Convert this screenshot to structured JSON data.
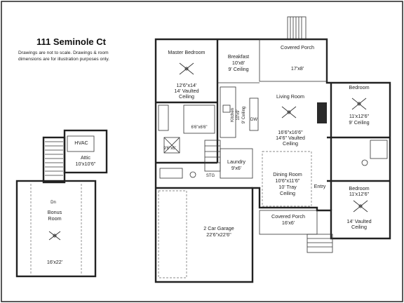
{
  "header": {
    "title": "111 Seminole Ct",
    "note_line1": "Drawings are not to scale. Drawings & room",
    "note_line2": "dimensions are for illustration purposes only."
  },
  "rooms": {
    "master_bedroom": {
      "name": "Master Bedroom",
      "size": "12'6\"x14'",
      "ceiling1": "14' Vaulted",
      "ceiling2": "Ceiling"
    },
    "breakfast": {
      "name": "Breakfast",
      "size": "10'x8'",
      "ceiling": "9' Ceiling"
    },
    "covered_porch_top": {
      "name": "Covered Porch",
      "size": "17'x8'"
    },
    "living_room": {
      "name": "Living Room",
      "size": "16'6\"x16'6\"",
      "ceiling1": "14'6\" Vaulted",
      "ceiling2": "Ceiling"
    },
    "kitchen": {
      "name": "Kitchen",
      "size": "10'x9'",
      "ceiling": "9' Ceiling"
    },
    "dw": "DW",
    "closet_master": "6'6\"x6'6\"",
    "bath_master": "9'6\"x6'",
    "laundry": {
      "name": "Laundry",
      "size": "9'x6'"
    },
    "stg": "STG",
    "dining_room": {
      "name": "Dining Room",
      "size": "10'6\"x11'6\"",
      "ceiling1": "10' Tray",
      "ceiling2": "Ceiling"
    },
    "entry": "Entry",
    "bedroom_upper": {
      "name": "Bedroom",
      "size": "11'x12'6\"",
      "ceiling": "9' Ceiling"
    },
    "bedroom_lower": {
      "name": "Bedroom",
      "size": "11'x12'6\"",
      "ceiling1": "14' Vaulted",
      "ceiling2": "Ceiling"
    },
    "garage": {
      "name": "2 Car Garage",
      "size": "22'6\"x22'6\""
    },
    "covered_porch_front": {
      "name": "Covered Porch",
      "size": "16'x6'"
    },
    "hvac": "HVAC",
    "attic": {
      "name": "Attic",
      "size": "10'x10'6\""
    },
    "dn": "Dn",
    "bonus_room": {
      "name1": "Bonus",
      "name2": "Room",
      "size": "16'x22'"
    }
  }
}
